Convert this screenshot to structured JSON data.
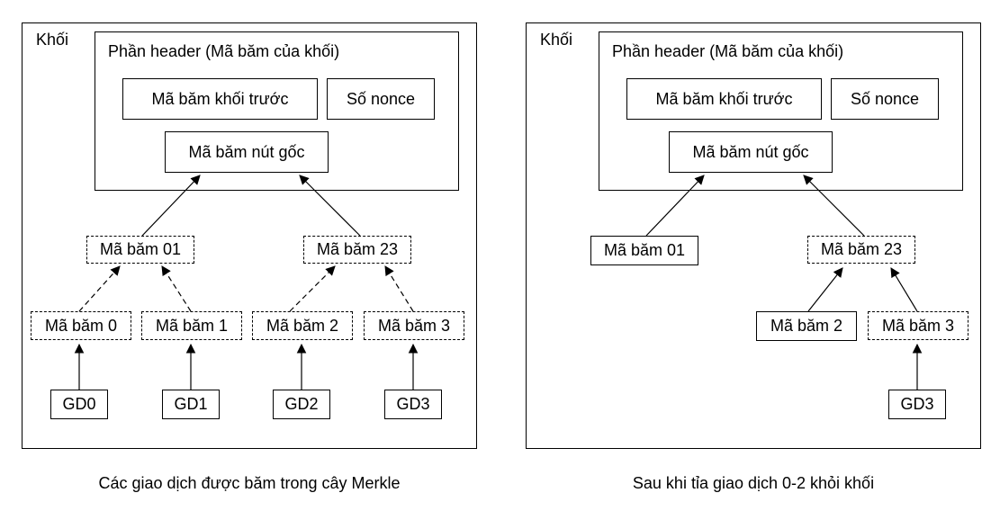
{
  "left": {
    "block_label": "Khối",
    "header_label": "Phần header (Mã băm của khối)",
    "prev_hash": "Mã băm khối trước",
    "nonce": "Số nonce",
    "root_hash": "Mã băm nút gốc",
    "hash01": "Mã băm 01",
    "hash23": "Mã băm 23",
    "hash0": "Mã băm 0",
    "hash1": "Mã băm 1",
    "hash2": "Mã băm 2",
    "hash3": "Mã băm 3",
    "tx0": "GD0",
    "tx1": "GD1",
    "tx2": "GD2",
    "tx3": "GD3",
    "caption": "Các giao dịch được băm trong cây Merkle"
  },
  "right": {
    "block_label": "Khối",
    "header_label": "Phần header (Mã băm của khối)",
    "prev_hash": "Mã băm khối trước",
    "nonce": "Số nonce",
    "root_hash": "Mã băm nút gốc",
    "hash01": "Mã băm 01",
    "hash23": "Mã băm 23",
    "hash2": "Mã băm 2",
    "hash3": "Mã băm 3",
    "tx3": "GD3",
    "caption": "Sau khi tỉa giao dịch 0-2 khỏi khối"
  }
}
